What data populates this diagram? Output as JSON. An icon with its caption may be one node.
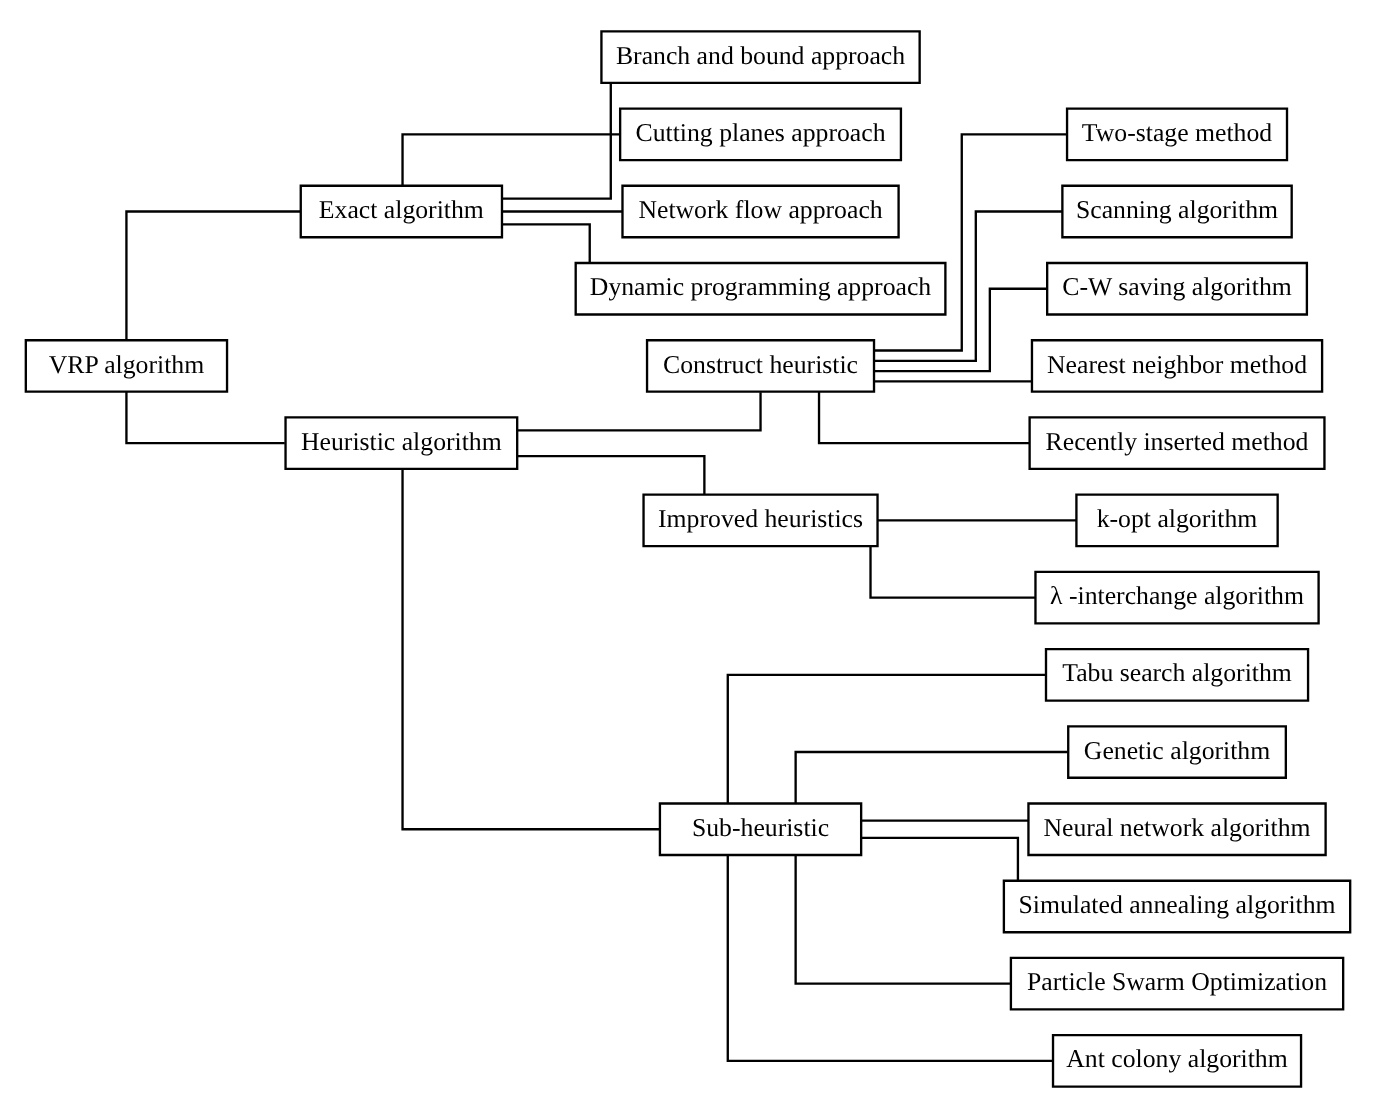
{
  "diagram": {
    "nodes": [
      {
        "text": [
          "VRP algorithm"
        ]
      },
      {
        "text": [
          "Exact algorithm"
        ]
      },
      {
        "text": [
          "Heuristic algorithm"
        ]
      },
      {
        "text": [
          "Branch and bound approach"
        ]
      },
      {
        "text": [
          "Cutting planes approach"
        ]
      },
      {
        "text": [
          "Network flow approach"
        ]
      },
      {
        "text": [
          "Dynamic programming approach"
        ]
      },
      {
        "text": [
          "Construct heuristic"
        ]
      },
      {
        "text": [
          "Improved heuristics"
        ]
      },
      {
        "text": [
          "Sub-heuristic"
        ]
      },
      {
        "text": [
          "Two-stage method"
        ]
      },
      {
        "text": [
          "Scanning algorithm"
        ]
      },
      {
        "text": [
          "C-W saving algorithm"
        ]
      },
      {
        "text": [
          "Nearest neighbor method"
        ]
      },
      {
        "text": [
          "Recently inserted method"
        ]
      },
      {
        "text": [
          "k-opt algorithm"
        ]
      },
      {
        "text": [
          "λ -interchange algorithm"
        ]
      },
      {
        "text": [
          "Tabu search algorithm"
        ]
      },
      {
        "text": [
          "Genetic algorithm"
        ]
      },
      {
        "text": [
          "Neural network algorithm"
        ]
      },
      {
        "text": [
          "Simulated annealing algorithm"
        ]
      },
      {
        "text": [
          "Particle Swarm Optimization"
        ]
      },
      {
        "text": [
          "Ant colony algorithm"
        ]
      }
    ],
    "edges": [
      {
        "from": 0,
        "to": 1,
        "arrow": "none"
      },
      {
        "from": 0,
        "to": 2,
        "arrow": "none"
      },
      {
        "from": 1,
        "to": 3,
        "arrow": "none"
      },
      {
        "from": 1,
        "to": 4,
        "arrow": "none"
      },
      {
        "from": 1,
        "to": 5,
        "arrow": "none"
      },
      {
        "from": 1,
        "to": 6,
        "arrow": "none"
      },
      {
        "from": 2,
        "to": 7,
        "arrow": "none"
      },
      {
        "from": 2,
        "to": 8,
        "arrow": "none"
      },
      {
        "from": 2,
        "to": 9,
        "arrow": "none"
      },
      {
        "from": 7,
        "to": 10,
        "arrow": "none"
      },
      {
        "from": 7,
        "to": 11,
        "arrow": "none"
      },
      {
        "from": 7,
        "to": 12,
        "arrow": "none"
      },
      {
        "from": 7,
        "to": 13,
        "arrow": "none"
      },
      {
        "from": 7,
        "to": 14,
        "arrow": "none"
      },
      {
        "from": 8,
        "to": 15,
        "arrow": "none"
      },
      {
        "from": 8,
        "to": 16,
        "arrow": "none"
      },
      {
        "from": 9,
        "to": 17,
        "arrow": "none"
      },
      {
        "from": 9,
        "to": 18,
        "arrow": "none"
      },
      {
        "from": 9,
        "to": 19,
        "arrow": "none"
      },
      {
        "from": 9,
        "to": 20,
        "arrow": "none"
      },
      {
        "from": 9,
        "to": 21,
        "arrow": "none"
      },
      {
        "from": 9,
        "to": 22,
        "arrow": "none"
      }
    ]
  }
}
